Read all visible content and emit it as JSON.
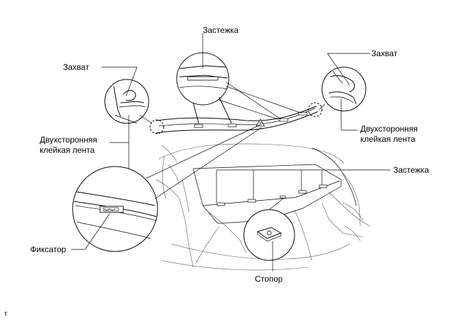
{
  "labels": {
    "clip_top": "Застежка",
    "claw_left": "Захват",
    "claw_right": "Захват",
    "tape_left": "Двухсторонняя\nклейкая лента",
    "tape_right": "Двухсторонняя\nклейкая лента",
    "clip_right": "Застежка",
    "retainer": "Фиксатор",
    "stopper": "Стопор",
    "corner_mark": "т"
  }
}
